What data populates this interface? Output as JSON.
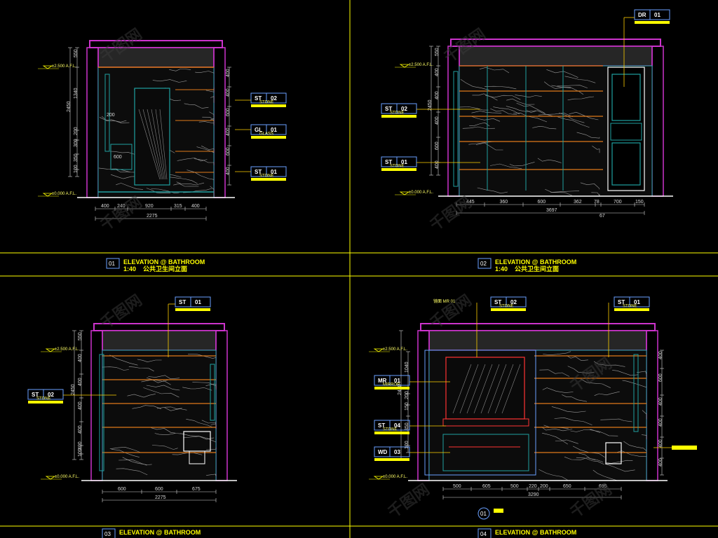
{
  "colors": {
    "background": "#000000",
    "frame": "#ffff00",
    "slab": "#cc33cc",
    "tile_joint": "#e07a1a",
    "stone_fill": "#0c0c0c",
    "trim": "#1fa0a0",
    "leader": "#ffd000",
    "dimension": "#d8d8d8"
  },
  "watermark": "千图网",
  "drawings": [
    {
      "id": "01",
      "title": "ELEVATION @ BATHROOM",
      "scale": "1:40",
      "subtitle": "公共卫生间立面",
      "height_dims": [
        "550",
        "1340",
        "200",
        "300",
        "350",
        "100"
      ],
      "total_height": "2450",
      "right_dims": [
        "400",
        "400",
        "600",
        "400",
        "600",
        "400"
      ],
      "bottom_dims": [
        "400",
        "240",
        "920",
        "315",
        "400"
      ],
      "total_width": "2275",
      "levels": [
        "±2.500 A.F.L.",
        "±0.000 A.F.L."
      ],
      "tags": [
        {
          "code": "ST",
          "num": "02",
          "desc": "STONE"
        },
        {
          "code": "GL",
          "num": "01",
          "desc": "GLASS"
        },
        {
          "code": "ST",
          "num": "01",
          "desc": "STONE"
        }
      ],
      "inner_dims": [
        "200",
        "600"
      ]
    },
    {
      "id": "02",
      "title": "ELEVATION @ BATHROOM",
      "scale": "1:40",
      "subtitle": "公共卫生间立面",
      "height_dims": [
        "550",
        "400",
        "400",
        "400",
        "600",
        "400"
      ],
      "total_height": "2450",
      "bottom_dims": [
        "445",
        "360",
        "600",
        "362",
        "78",
        "700",
        "150"
      ],
      "total_width": "3697",
      "total_width_2": "67",
      "levels": [
        "±2.500 A.F.L.",
        "±0.000 A.F.L."
      ],
      "tags": [
        {
          "code": "DR",
          "num": "01",
          "desc": ""
        },
        {
          "code": "ST",
          "num": "02",
          "desc": "STONE"
        },
        {
          "code": "ST",
          "num": "01",
          "desc": "STONE"
        }
      ]
    },
    {
      "id": "03",
      "title": "ELEVATION @ BATHROOM",
      "height_dims": [
        "550",
        "400",
        "400",
        "400",
        "400",
        "400",
        "100"
      ],
      "total_height": "2450",
      "bottom_dims": [
        "600",
        "600",
        "675"
      ],
      "total_width": "2275",
      "levels": [
        "±2.500 A.F.L.",
        "±0.000 A.F.L."
      ],
      "tags": [
        {
          "code": "ST",
          "num": "01",
          "desc": ""
        },
        {
          "code": "ST",
          "num": "02",
          "desc": "STONE"
        }
      ]
    },
    {
      "id": "04",
      "title": "ELEVATION @ BATHROOM",
      "height_dims": [
        "1040",
        "200",
        "150",
        "350",
        "100"
      ],
      "total_height": "2450",
      "right_dims": [
        "400",
        "600",
        "400",
        "400",
        "400",
        "400"
      ],
      "bottom_dims": [
        "500",
        "605",
        "500",
        "220",
        "200",
        "650",
        "695"
      ],
      "total_width": "3290",
      "mirror_note": "镜面 MR 01",
      "section_mark": "01",
      "levels": [
        "±2.500 A.F.L.",
        "±0.000 A.F.L."
      ],
      "tags": [
        {
          "code": "ST",
          "num": "02",
          "desc": "STONE"
        },
        {
          "code": "ST",
          "num": "01",
          "desc": "STONE"
        },
        {
          "code": "MR",
          "num": "01",
          "desc": "MIRROR"
        },
        {
          "code": "ST",
          "num": "04",
          "desc": "STONE"
        },
        {
          "code": "WD",
          "num": "03",
          "desc": ""
        }
      ]
    }
  ]
}
